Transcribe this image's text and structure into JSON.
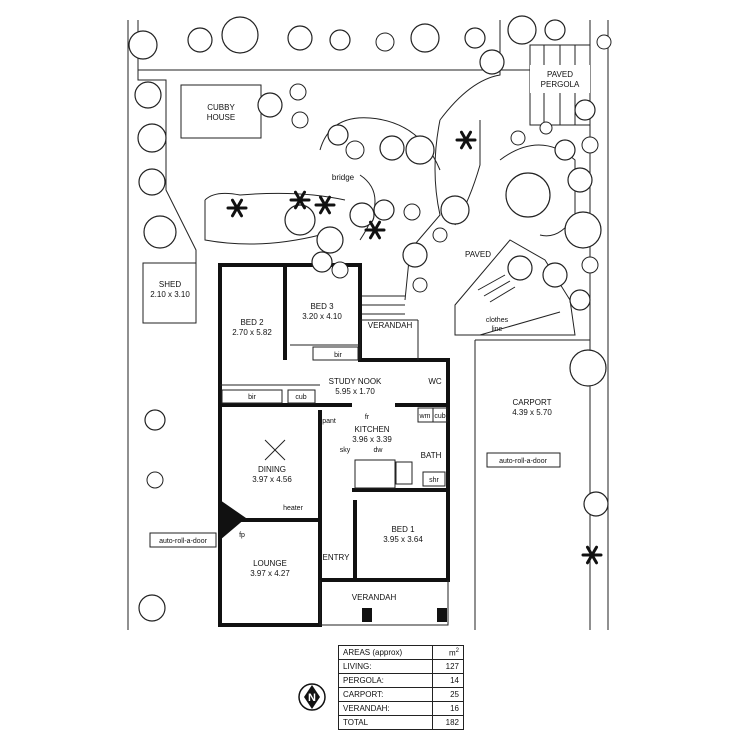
{
  "rooms": {
    "bed2": {
      "name": "BED 2",
      "size": "2.70 x 5.82"
    },
    "bed3": {
      "name": "BED 3",
      "size": "3.20 x 4.10"
    },
    "study": {
      "name": "STUDY NOOK",
      "size": "5.95 x 1.70"
    },
    "kitchen": {
      "name": "KITCHEN",
      "size": "3.96 x 3.39"
    },
    "dining": {
      "name": "DINING",
      "size": "3.97 x 4.56"
    },
    "lounge": {
      "name": "LOUNGE",
      "size": "3.97 x 4.27"
    },
    "bed1": {
      "name": "BED 1",
      "size": "3.95 x 3.64"
    },
    "carport": {
      "name": "CARPORT",
      "size": "4.39 x 5.70"
    },
    "shed": {
      "name": "SHED",
      "size": "2.10 x 3.10"
    },
    "cubby": {
      "line1": "CUBBY",
      "line2": "HOUSE"
    },
    "pergola": {
      "line1": "PAVED",
      "line2": "PERGOLA"
    }
  },
  "labels": {
    "wc": "WC",
    "bath": "BATH",
    "verandah": "VERANDAH",
    "entry": "ENTRY",
    "paved": "PAVED",
    "bridge": "bridge",
    "clothes1": "clothes",
    "clothes2": "line",
    "bir": "bir",
    "cub": "cub",
    "pant": "pant",
    "fr": "fr",
    "sky": "sky",
    "dw": "dw",
    "wm": "wm",
    "shr": "shr",
    "heater": "heater",
    "fp": "fp",
    "door": "auto-roll-a-door"
  },
  "areas": {
    "title": "AREAS (approx)",
    "unit": "m",
    "unit_sup": "2",
    "rows": [
      {
        "label": "LIVING:",
        "value": "127"
      },
      {
        "label": "PERGOLA:",
        "value": "14"
      },
      {
        "label": "CARPORT:",
        "value": "25"
      },
      {
        "label": "VERANDAH:",
        "value": "16"
      },
      {
        "label": "TOTAL",
        "value": "182"
      }
    ]
  },
  "compass": {
    "letter": "N"
  }
}
